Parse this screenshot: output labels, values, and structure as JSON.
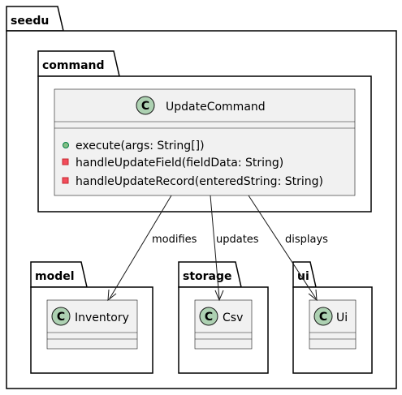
{
  "diagram": {
    "packages": {
      "root": {
        "label": "seedu"
      },
      "command": {
        "label": "command"
      },
      "model": {
        "label": "model"
      },
      "storage": {
        "label": "storage"
      },
      "ui": {
        "label": "ui"
      }
    },
    "classes": {
      "update_command": {
        "stereotype_letter": "C",
        "name": "UpdateCommand",
        "members": [
          {
            "visibility": "public",
            "text": "execute(args: String[])"
          },
          {
            "visibility": "private",
            "text": "handleUpdateField(fieldData: String)"
          },
          {
            "visibility": "private",
            "text": "handleUpdateRecord(enteredString: String)"
          }
        ]
      },
      "inventory": {
        "stereotype_letter": "C",
        "name": "Inventory"
      },
      "csv": {
        "stereotype_letter": "C",
        "name": "Csv"
      },
      "ui": {
        "stereotype_letter": "C",
        "name": "Ui"
      }
    },
    "relations": [
      {
        "from": "UpdateCommand",
        "to": "Inventory",
        "label": "modifies"
      },
      {
        "from": "UpdateCommand",
        "to": "Csv",
        "label": "updates"
      },
      {
        "from": "UpdateCommand",
        "to": "Ui",
        "label": "displays"
      }
    ],
    "colors": {
      "class_fill": "#f1f1f1",
      "class_badge": "#add1b2",
      "public_marker": "#84be84",
      "private_marker": "#f24d5c"
    }
  }
}
